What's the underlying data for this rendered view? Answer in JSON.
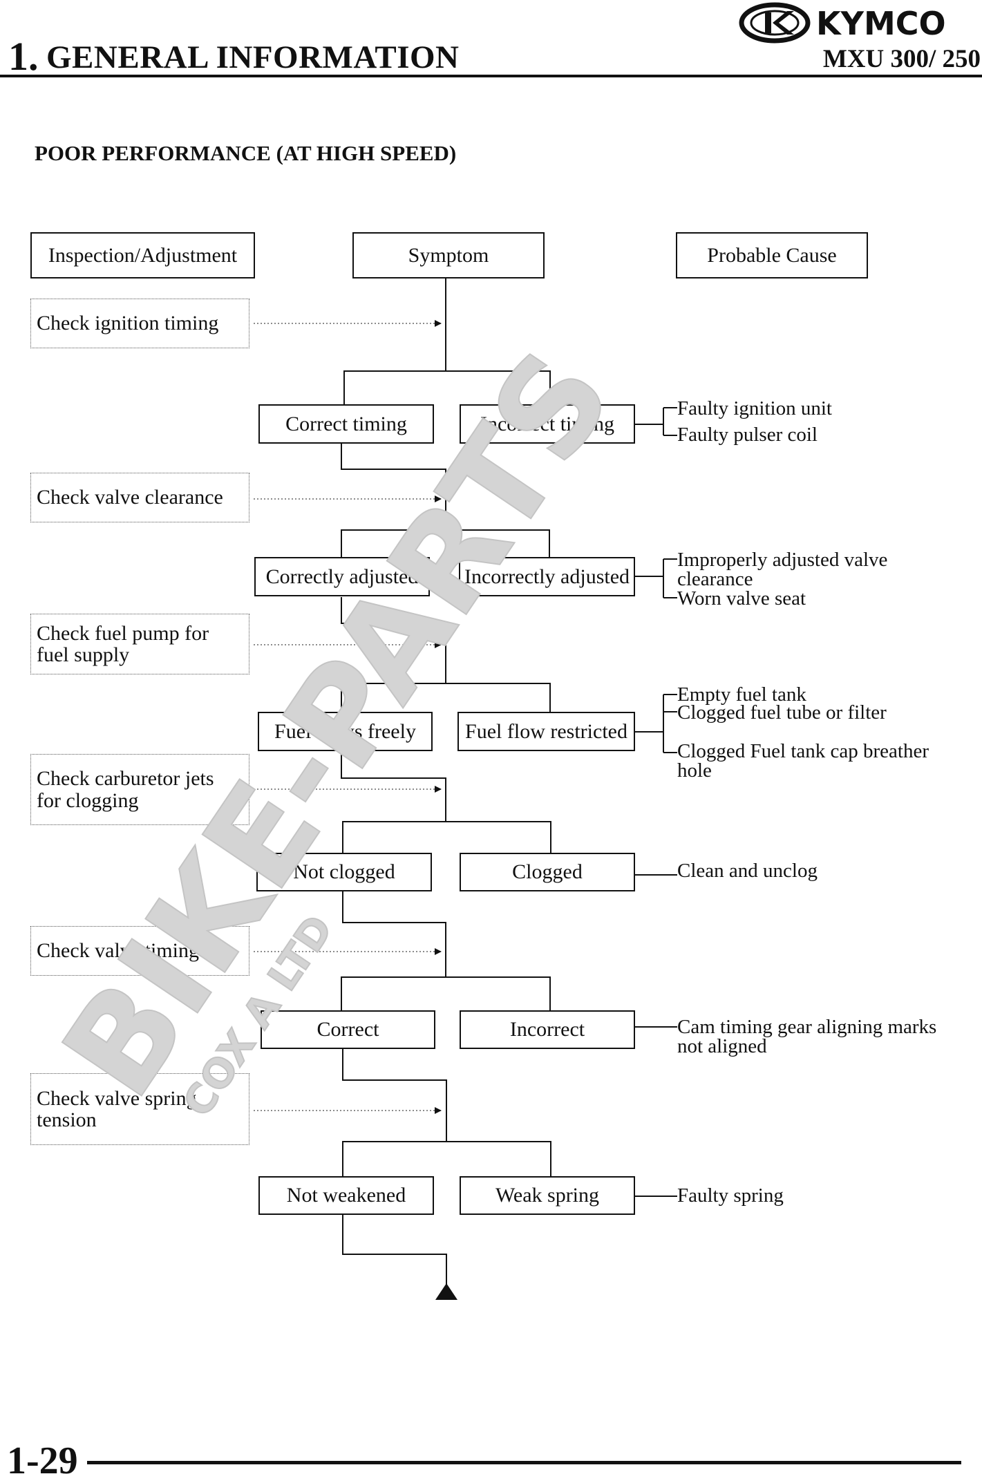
{
  "header": {
    "chapter_number": "1.",
    "chapter_title": "GENERAL INFORMATION",
    "brand": "KYMCO",
    "model": "MXU 300/ 250"
  },
  "section_title": "POOR PERFORMANCE (AT HIGH SPEED)",
  "columns": {
    "inspection": "Inspection/Adjustment",
    "symptom": "Symptom",
    "cause": "Probable Cause"
  },
  "inspections": [
    {
      "lines": [
        "Check ignition timing"
      ]
    },
    {
      "lines": [
        "Check valve clearance"
      ]
    },
    {
      "lines": [
        "Check fuel pump for",
        "fuel supply"
      ]
    },
    {
      "lines": [
        "Check carburetor jets",
        "for clogging"
      ]
    },
    {
      "lines": [
        "Check valve timing"
      ]
    },
    {
      "lines": [
        "Check valve spring",
        "tension"
      ]
    }
  ],
  "results": [
    {
      "ok": "Correct timing",
      "bad": "Incorrect timing"
    },
    {
      "ok": "Correctly adjusted",
      "bad": "Incorrectly adjusted"
    },
    {
      "ok": "Fuel flows freely",
      "bad": "Fuel flow restricted"
    },
    {
      "ok": "Not clogged",
      "bad": "Clogged"
    },
    {
      "ok": "Correct",
      "bad": "Incorrect"
    },
    {
      "ok": "Not weakened",
      "bad": "Weak spring"
    }
  ],
  "causes": [
    [
      "Faulty ignition unit",
      "Faulty pulser coil"
    ],
    [
      "Improperly adjusted valve",
      "clearance",
      "Worn valve seat"
    ],
    [
      "Empty fuel tank",
      "Clogged fuel tube or filter",
      "Clogged Fuel tank cap breather",
      "hole"
    ],
    [
      "Clean and unclog"
    ],
    [
      "Cam timing gear aligning marks",
      "not aligned"
    ],
    [
      "Faulty spring"
    ]
  ],
  "watermark": {
    "main": "BIKE-PARTS",
    "sub": "COX A LTD"
  },
  "footer": {
    "page_number": "1-29"
  }
}
